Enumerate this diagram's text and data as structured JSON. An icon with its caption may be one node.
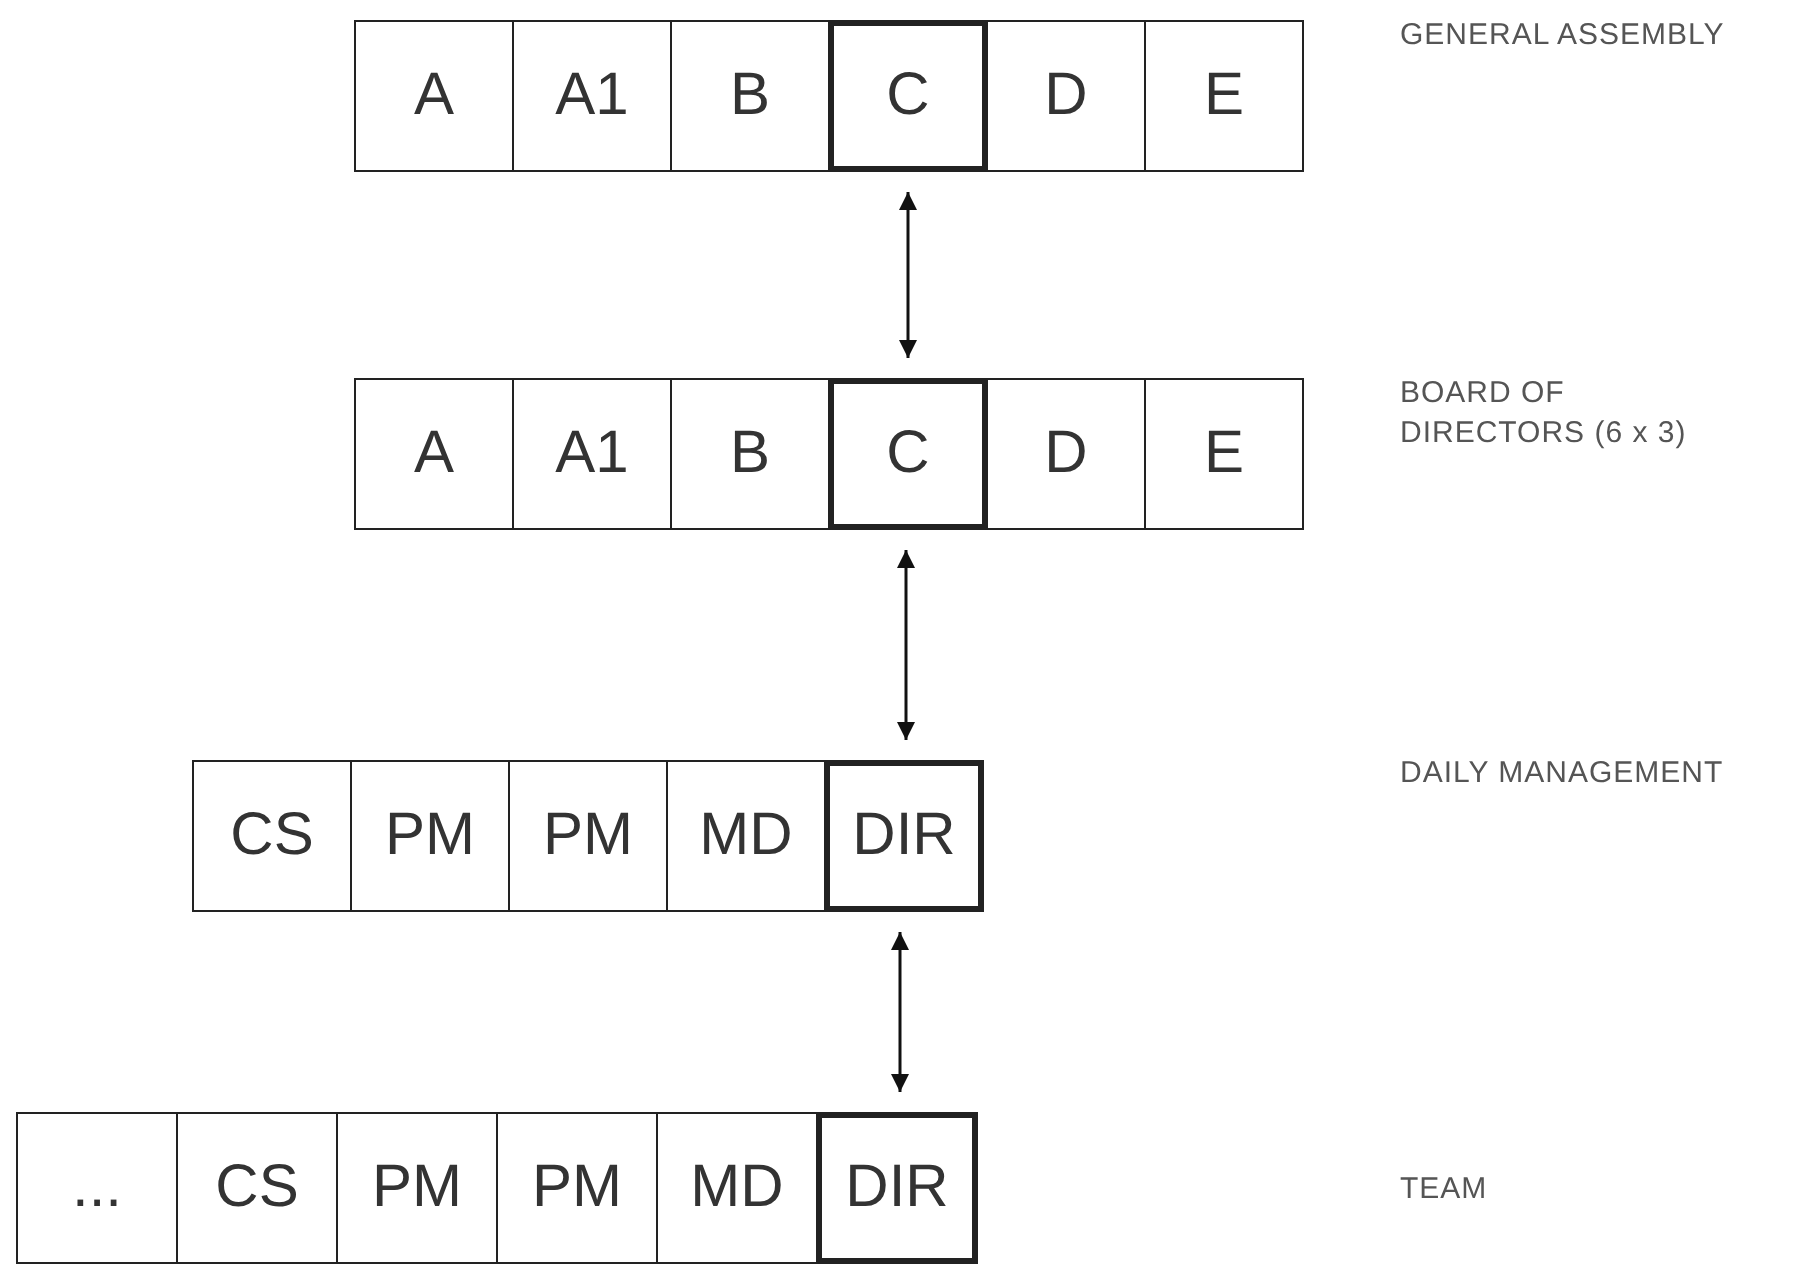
{
  "diagram": {
    "nodes": [
      {
        "text": [
          "A"
        ]
      },
      {
        "text": [
          "A1"
        ]
      },
      {
        "text": [
          "B"
        ]
      },
      {
        "text": [
          "C"
        ]
      },
      {
        "text": [
          "D"
        ]
      },
      {
        "text": [
          "E"
        ]
      },
      {
        "text": [
          "A"
        ]
      },
      {
        "text": [
          "A1"
        ]
      },
      {
        "text": [
          "B"
        ]
      },
      {
        "text": [
          "C"
        ]
      },
      {
        "text": [
          "D"
        ]
      },
      {
        "text": [
          "E"
        ]
      },
      {
        "text": [
          "CS"
        ]
      },
      {
        "text": [
          "PM"
        ]
      },
      {
        "text": [
          "PM"
        ]
      },
      {
        "text": [
          "MD"
        ]
      },
      {
        "text": [
          "DIR"
        ]
      },
      {
        "text": [
          "..."
        ]
      },
      {
        "text": [
          "CS"
        ]
      },
      {
        "text": [
          "PM"
        ]
      },
      {
        "text": [
          "PM"
        ]
      },
      {
        "text": [
          "MD"
        ]
      },
      {
        "text": [
          "DIR"
        ]
      }
    ],
    "edges": [
      {
        "from": 3,
        "to": 9,
        "arrow": "both"
      },
      {
        "from": 9,
        "to": 16,
        "arrow": "both"
      },
      {
        "from": 16,
        "to": 22,
        "arrow": "both"
      }
    ],
    "labels": [
      "GENERAL ASSEMBLY",
      "BOARD OF DIRECTORS (6 x 3)",
      "DAILY MANAGEMENT",
      "TEAM"
    ]
  }
}
